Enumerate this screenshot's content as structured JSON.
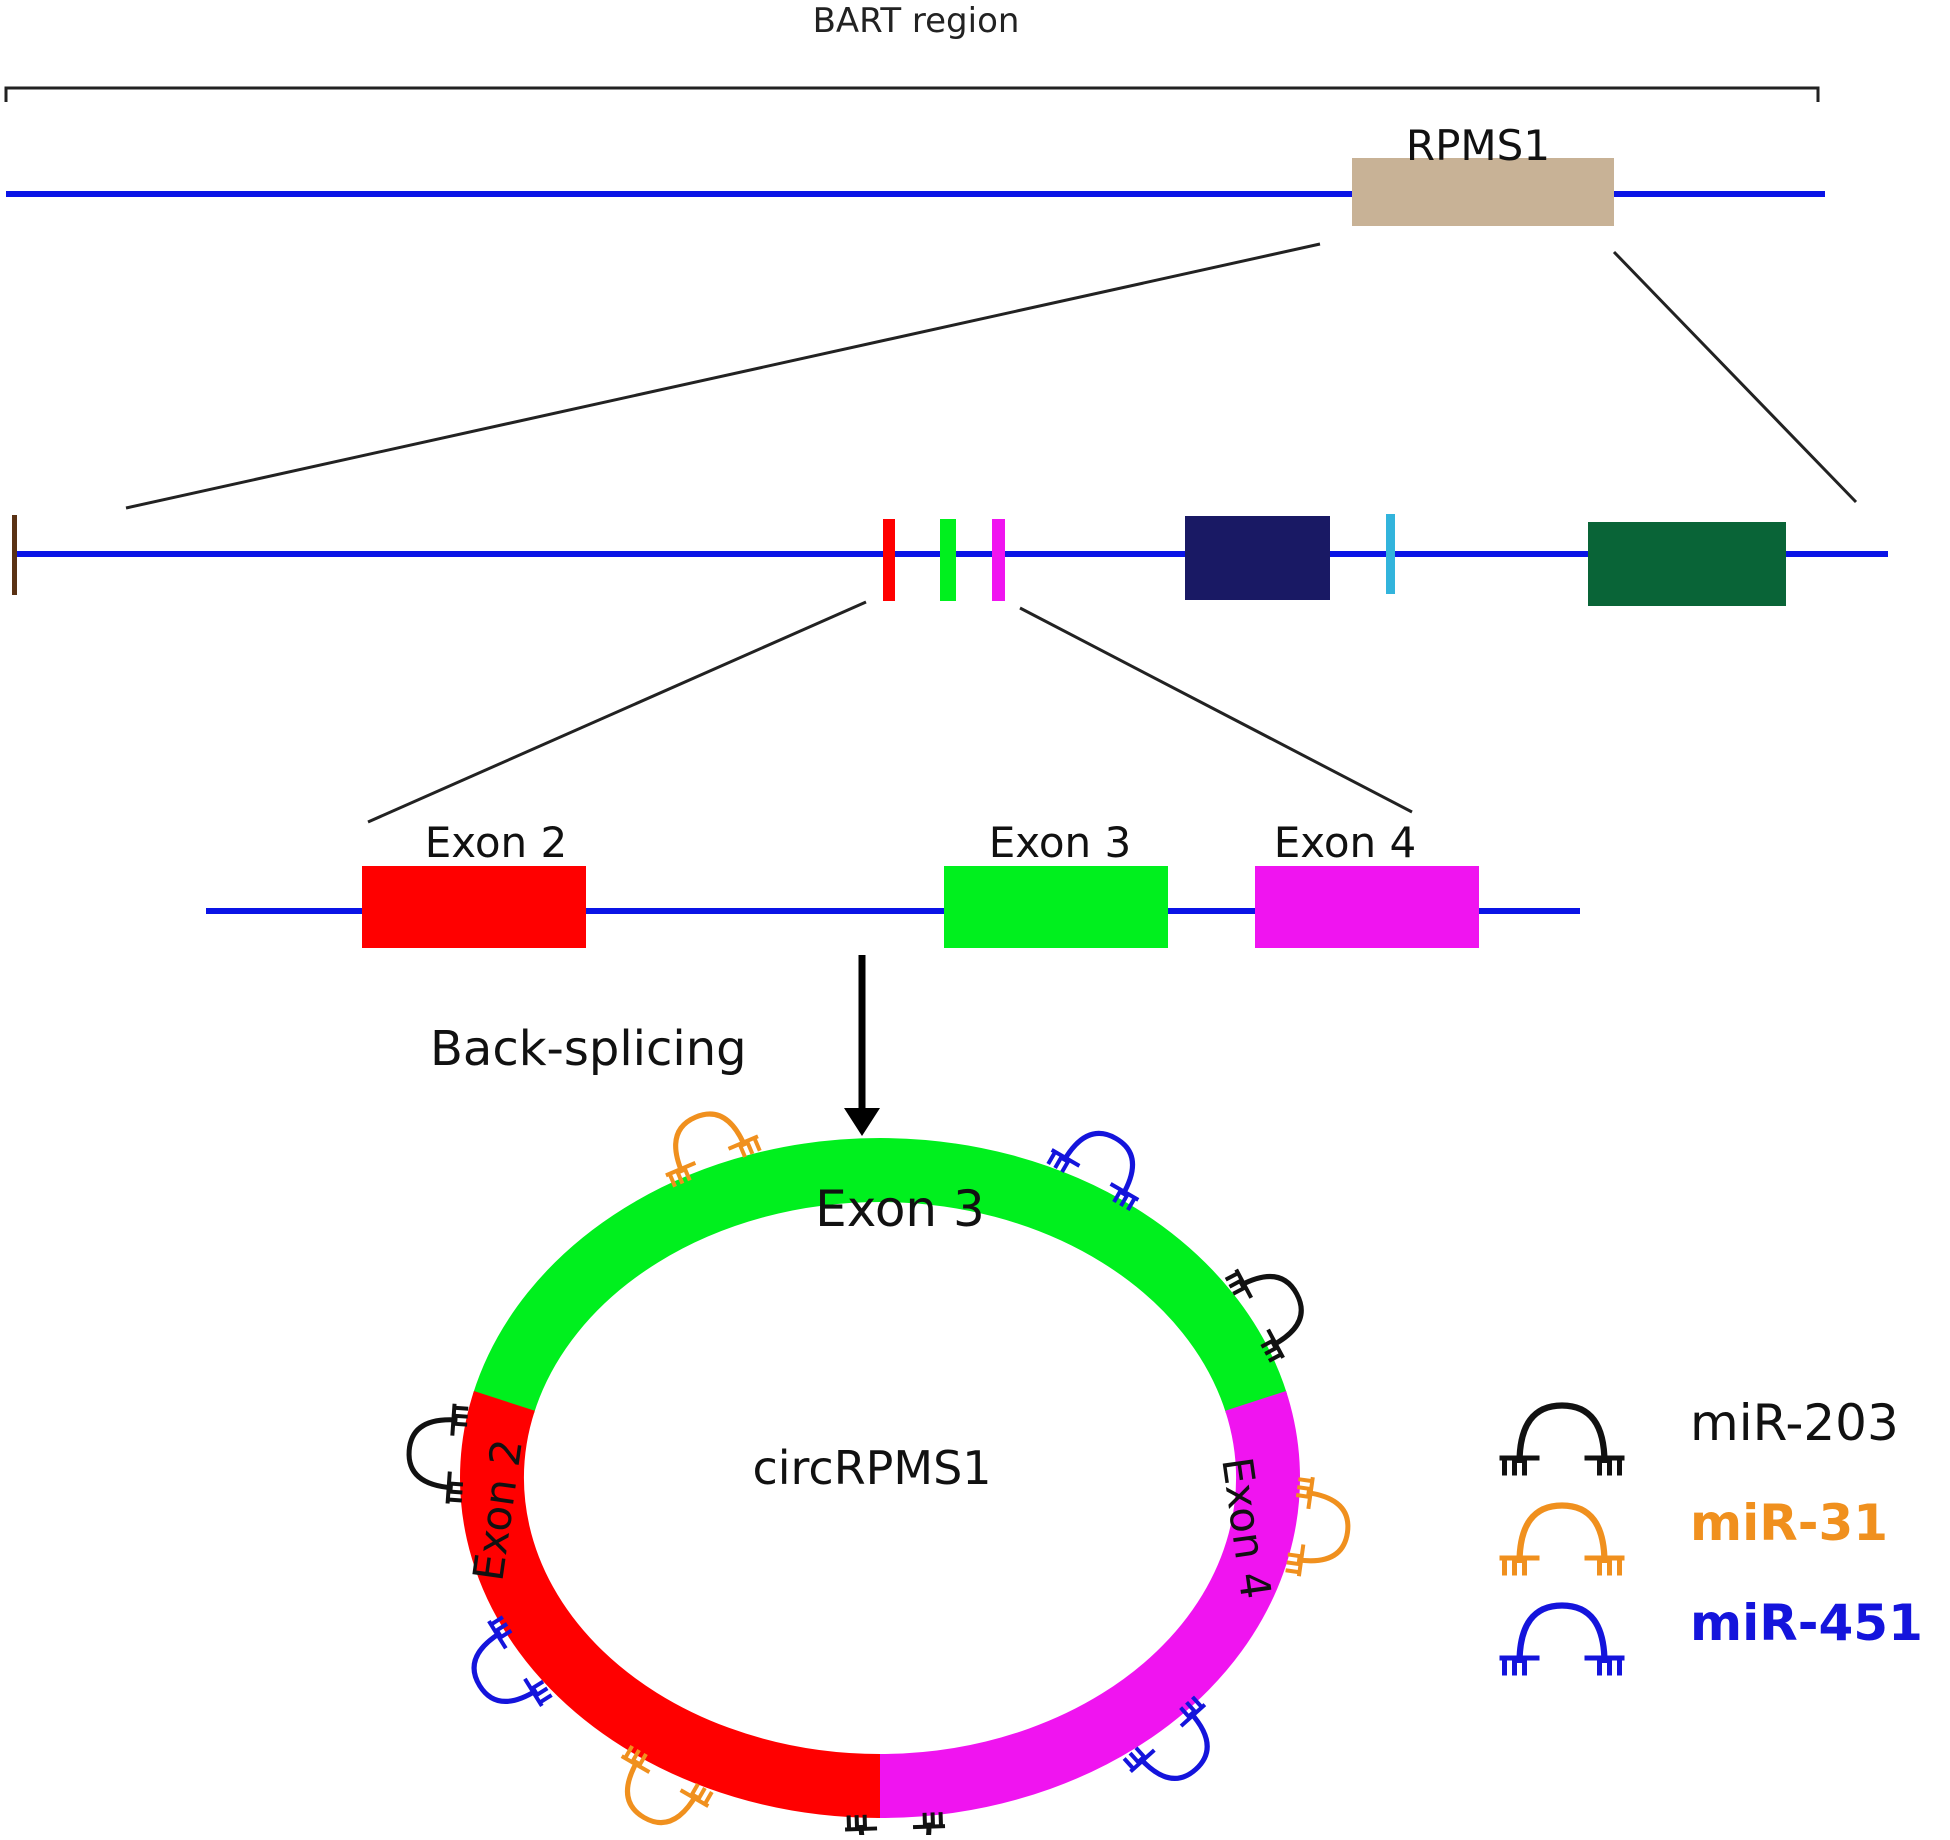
{
  "region": {
    "label": "BART region"
  },
  "gene": {
    "label": "RPMS1",
    "box_color": "#c8b296"
  },
  "line_color": "#0a14e6",
  "exons": [
    {
      "label": "Exon 2",
      "color": "#ff0000"
    },
    {
      "label": "Exon 3",
      "color": "#00f01e"
    },
    {
      "label": "Exon 4",
      "color": "#f014f0"
    }
  ],
  "gene_features": {
    "navy_color": "#191964",
    "cyan_color": "#32b4dc",
    "darkgreen_color": "#096437",
    "tick_color": "#5a3214"
  },
  "process": {
    "label": "Back-splicing"
  },
  "circ": {
    "label": "circRPMS1",
    "exon2_label": "Exon 2",
    "exon3_label": "Exon 3",
    "exon4_label": "Exon 4"
  },
  "legend": [
    {
      "label": "miR-203",
      "color": "#111111",
      "bold": false
    },
    {
      "label": "miR-31",
      "color": "#f0901e",
      "bold": true
    },
    {
      "label": "miR-451",
      "color": "#1414dc",
      "bold": true
    }
  ]
}
